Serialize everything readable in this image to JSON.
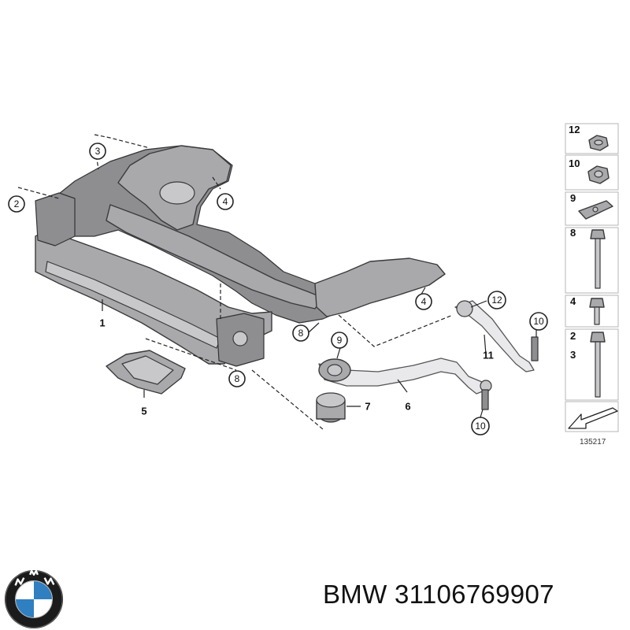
{
  "diagram": {
    "figure_id": "135217",
    "callouts": {
      "c1": "1",
      "c2": "2",
      "c3": "3",
      "c4a": "4",
      "c4b": "4",
      "c5": "5",
      "c6": "6",
      "c7": "7",
      "c8a": "8",
      "c8b": "8",
      "c9": "9",
      "c10a": "10",
      "c10b": "10",
      "c11": "11",
      "c12": "12"
    },
    "legend": {
      "items": [
        {
          "label": "12",
          "icon": "flange-nut-icon"
        },
        {
          "label": "10",
          "icon": "collar-nut-icon"
        },
        {
          "label": "9",
          "icon": "bracket-clip-icon"
        },
        {
          "label": "8",
          "icon": "long-bolt-icon"
        },
        {
          "label": "4",
          "icon": "short-bolt-icon"
        },
        {
          "label": "2",
          "icon": "long-bolt-icon"
        },
        {
          "label": "3",
          "icon": "long-bolt-icon"
        }
      ]
    }
  },
  "footer": {
    "brand": "BMW",
    "part_number": "31106769907",
    "text": "BMW 31106769907"
  },
  "colors": {
    "part_fill": "#a9a9ab",
    "part_outline": "#3a3a3c",
    "logo_blue": "#2f7fc1",
    "logo_ring": "#1b1b1b"
  }
}
